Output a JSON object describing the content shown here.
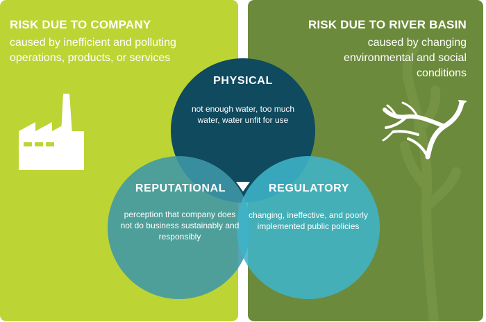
{
  "company_panel": {
    "title": "RISK DUE TO COMPANY",
    "subtitle": "caused by inefficient and polluting operations, products, or services",
    "icon": "factory-icon",
    "color": "#bdd435"
  },
  "basin_panel": {
    "title": "RISK DUE TO RIVER BASIN",
    "subtitle": "caused by changing environmental and social conditions",
    "icon": "river-tributary-icon",
    "color": "#6c8a3c"
  },
  "circles": {
    "physical": {
      "title": "PHYSICAL",
      "description": "not enough water, too much water, water unfit for use",
      "color": "#0f4a5e"
    },
    "reputational": {
      "title": "REPUTATIONAL",
      "description": "perception that company does not do business sustainably and responsibly",
      "color": "#3f97a8"
    },
    "regulatory": {
      "title": "REGULATORY",
      "description": "changing, ineffective, and poorly implemented public policies",
      "color": "#3fb4c8"
    }
  }
}
